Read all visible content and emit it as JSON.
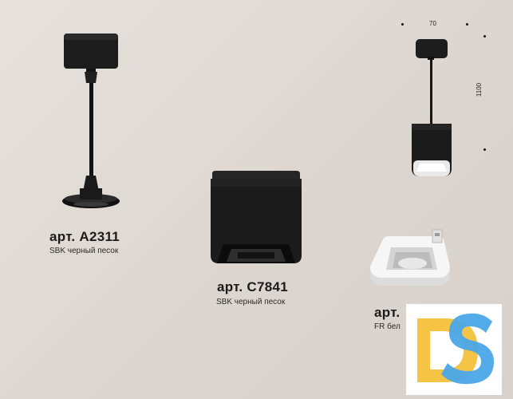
{
  "products": [
    {
      "title": "арт. A2311",
      "subtitle": "SBK черный песок"
    },
    {
      "title": "арт. C7841",
      "subtitle": "SBK черный песок"
    },
    {
      "title": "арт.",
      "subtitle": "FR бел"
    }
  ],
  "dimensions": {
    "width": "70",
    "height": "1100"
  },
  "colors": {
    "background": "#e0dad5",
    "fixture": "#1a1a1a",
    "white_part": "#f4f4f4",
    "logo_yellow": "#f5c445",
    "logo_blue": "#4aa8e8"
  },
  "logo": {
    "text": "DS"
  }
}
